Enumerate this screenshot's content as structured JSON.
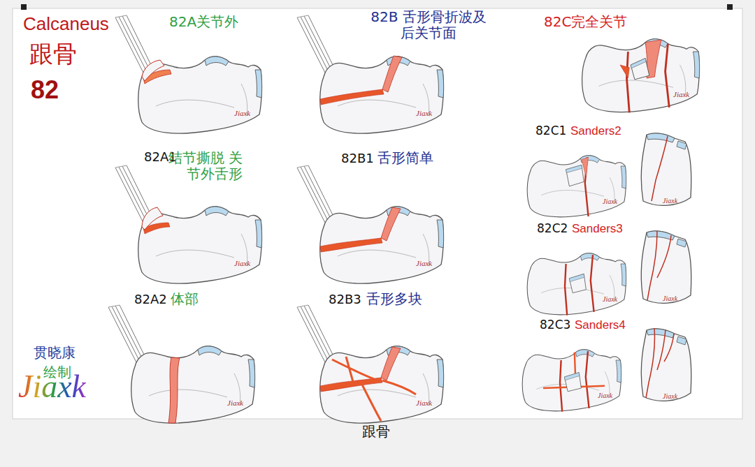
{
  "diagram": {
    "title": "Calcaneus",
    "caption": "跟骨",
    "labels": [
      "跟骨",
      "82",
      "82A关节外",
      "82B 舌形骨折波及 后关节面",
      "82C完全关节",
      "82A1",
      "结节撕脱 关节外舌形",
      "82B1",
      "舌形简单",
      "82A2",
      "体部",
      "82B3",
      "舌形多块",
      "82C1",
      "Sanders2",
      "82C2",
      "Sanders3",
      "82C3",
      "Sanders4",
      "贯晓康",
      "绘制",
      "Jiaxk",
      "Jiaxk",
      "Jiaxk",
      "Jiaxk",
      "Jiaxk",
      "Jiaxk",
      "Jiaxk",
      "Jiaxk",
      "Jiaxk",
      "Jiaxk",
      "Jiaxk",
      "Jiaxk",
      "Jiaxk",
      "Jiaxk"
    ]
  }
}
